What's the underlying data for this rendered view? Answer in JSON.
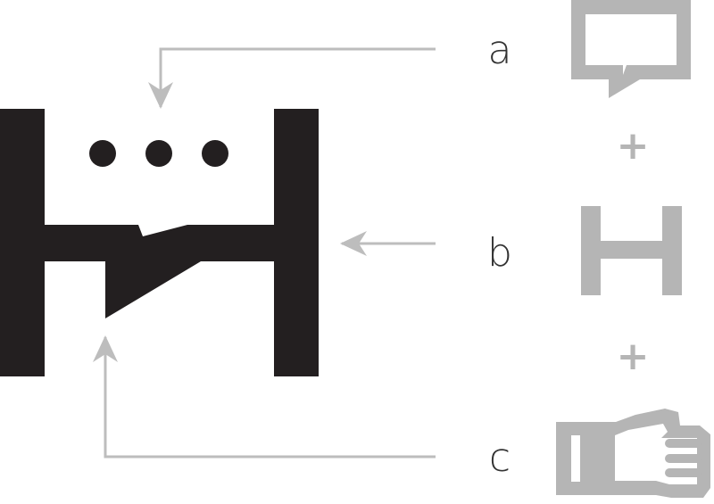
{
  "labels": {
    "a": "a",
    "b": "b",
    "c": "c"
  },
  "operators": {
    "first": "+",
    "second": "+"
  },
  "components": [
    {
      "label": "a",
      "icon": "speech-bubble-icon"
    },
    {
      "label": "b",
      "icon": "letter-h-icon"
    },
    {
      "label": "c",
      "icon": "fist-icon"
    }
  ],
  "result_icon": "combined-h-speech-fist-logo",
  "colors": {
    "logo": "#231f20",
    "component_gray": "#b5b5b5",
    "arrow_gray": "#bdbdbd",
    "label": "#333333",
    "background": "#ffffff"
  }
}
